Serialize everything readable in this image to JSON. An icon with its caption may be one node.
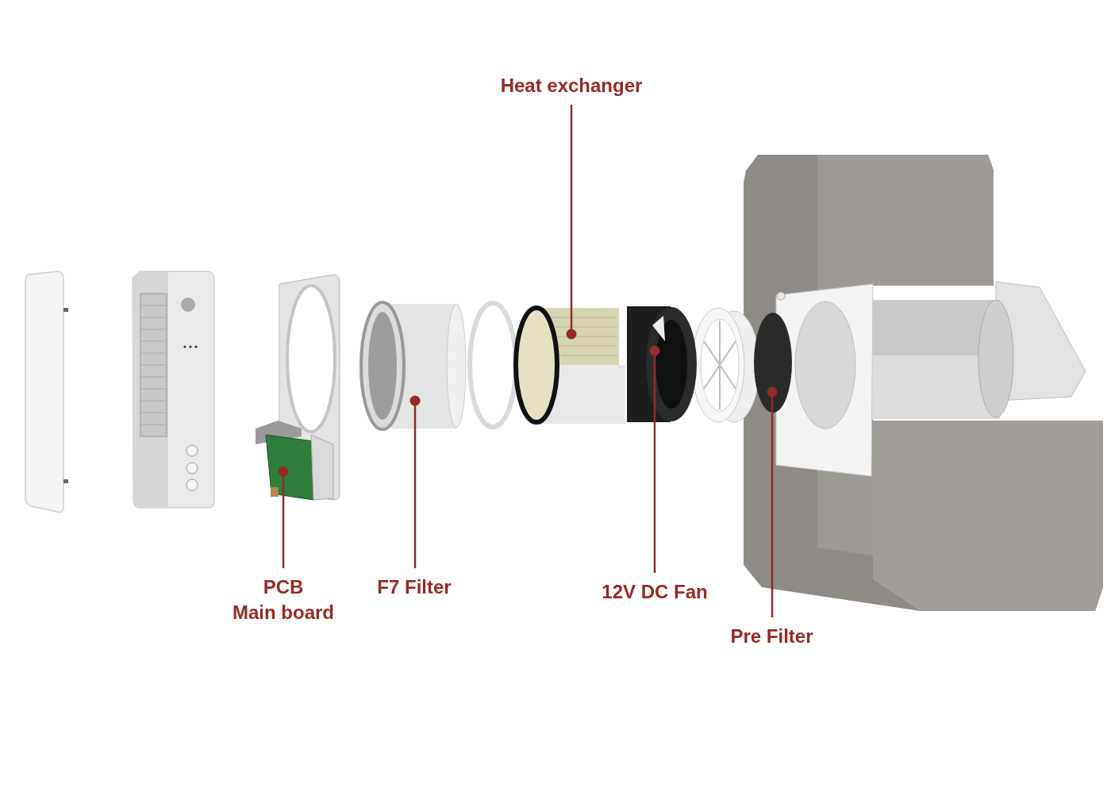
{
  "diagram": {
    "nodes": [
      {
        "text": [
          "Heat exchanger"
        ]
      },
      {
        "text": [
          "PCB",
          "Main board"
        ]
      },
      {
        "text": [
          "F7 Filter"
        ]
      },
      {
        "text": [
          "12V DC Fan"
        ]
      },
      {
        "text": [
          "Pre Filter"
        ]
      },
      {
        "text": [],
        "shape": "picture"
      },
      {
        "text": [],
        "shape": "picture"
      },
      {
        "text": [],
        "shape": "picture"
      },
      {
        "text": [],
        "shape": "picture"
      },
      {
        "text": [],
        "shape": "picture"
      }
    ],
    "edges": [
      {
        "from": 0,
        "to": 7,
        "arrow": "other"
      },
      {
        "from": 1,
        "to": 5,
        "arrow": "other"
      },
      {
        "from": 2,
        "to": 6,
        "arrow": "other"
      },
      {
        "from": 3,
        "to": 8,
        "arrow": "other"
      },
      {
        "from": 4,
        "to": 9,
        "arrow": "other"
      }
    ]
  }
}
